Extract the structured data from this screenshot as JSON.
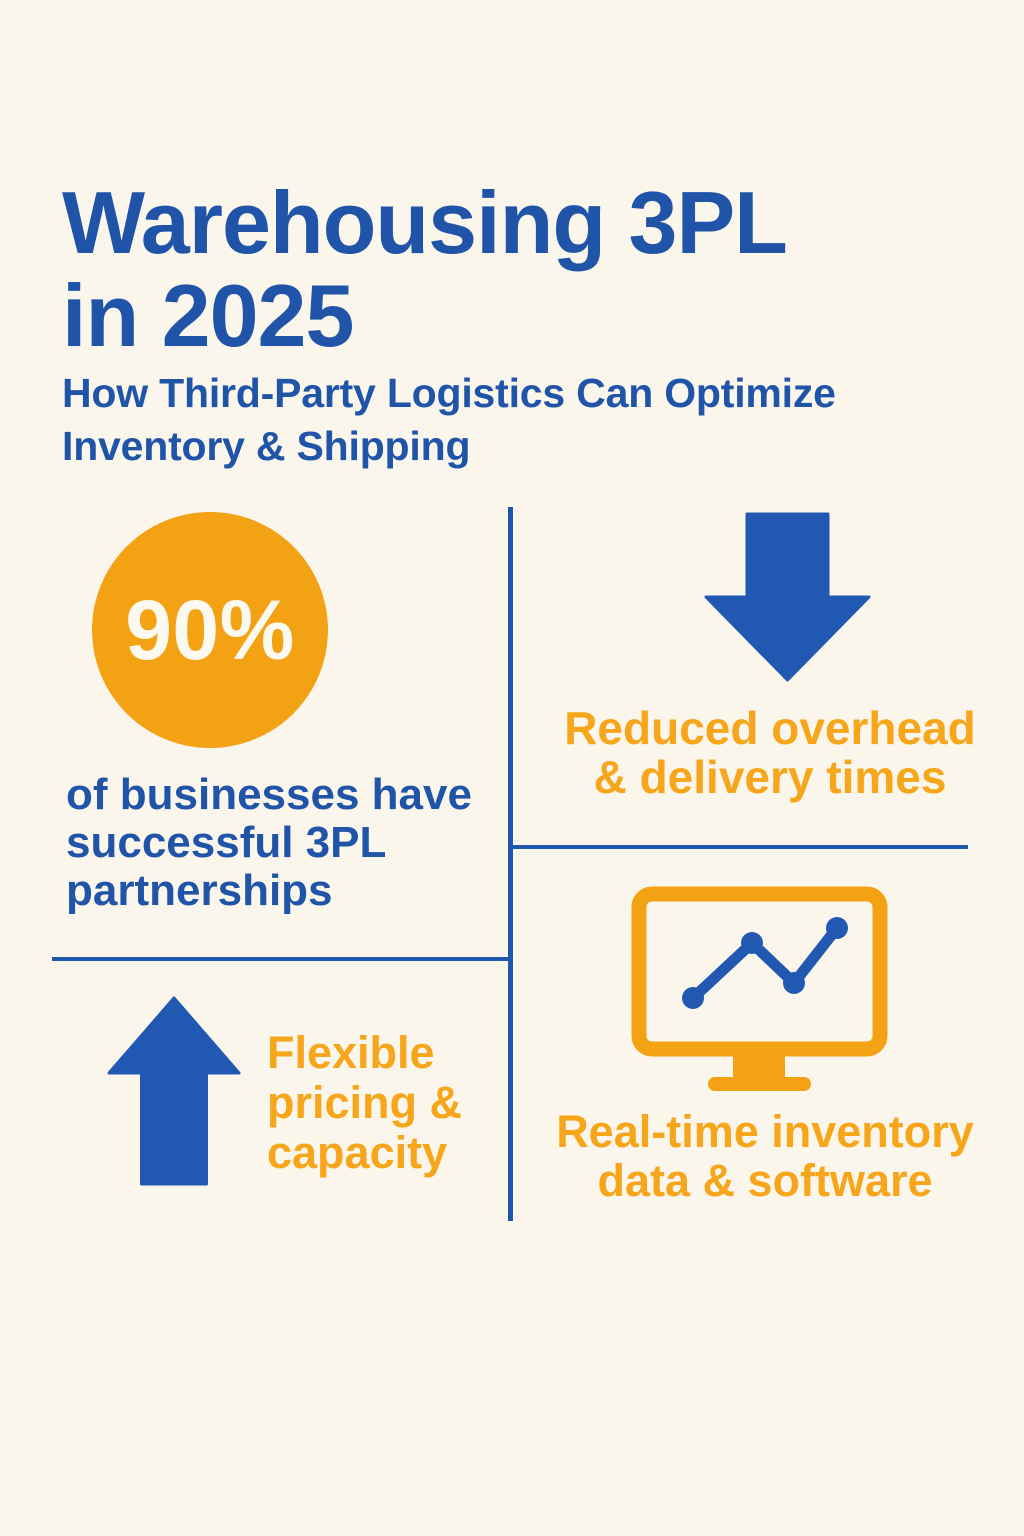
{
  "page": {
    "background_color": "#FBF6EC",
    "colors": {
      "blue_text": "#2054A8",
      "blue_shape": "#2159B2",
      "divider_blue": "#1D57AE",
      "orange_shape": "#F3A213",
      "orange_text": "#F7A61B",
      "stat_text": "#FCF9F1"
    }
  },
  "header": {
    "title_line1": "Warehousing 3PL",
    "title_line2": "in 2025",
    "subtitle_line1": "How Third-Party Logistics Can Optimize",
    "subtitle_line2": "Inventory & Shipping"
  },
  "quadrants": {
    "top_left": {
      "stat_value": "90%",
      "caption_line1": "of businesses have",
      "caption_line2": "successful 3PL",
      "caption_line3": "partnerships"
    },
    "top_right": {
      "icon": "arrow-down-icon",
      "caption_line1": "Reduced overhead",
      "caption_line2": "& delivery times"
    },
    "bottom_left": {
      "icon": "arrow-up-icon",
      "caption_line1": "Flexible",
      "caption_line2": "pricing &",
      "caption_line3": "capacity"
    },
    "bottom_right": {
      "icon": "monitor-chart-icon",
      "caption_line1": "Real-time inventory",
      "caption_line2": "data & software"
    }
  }
}
